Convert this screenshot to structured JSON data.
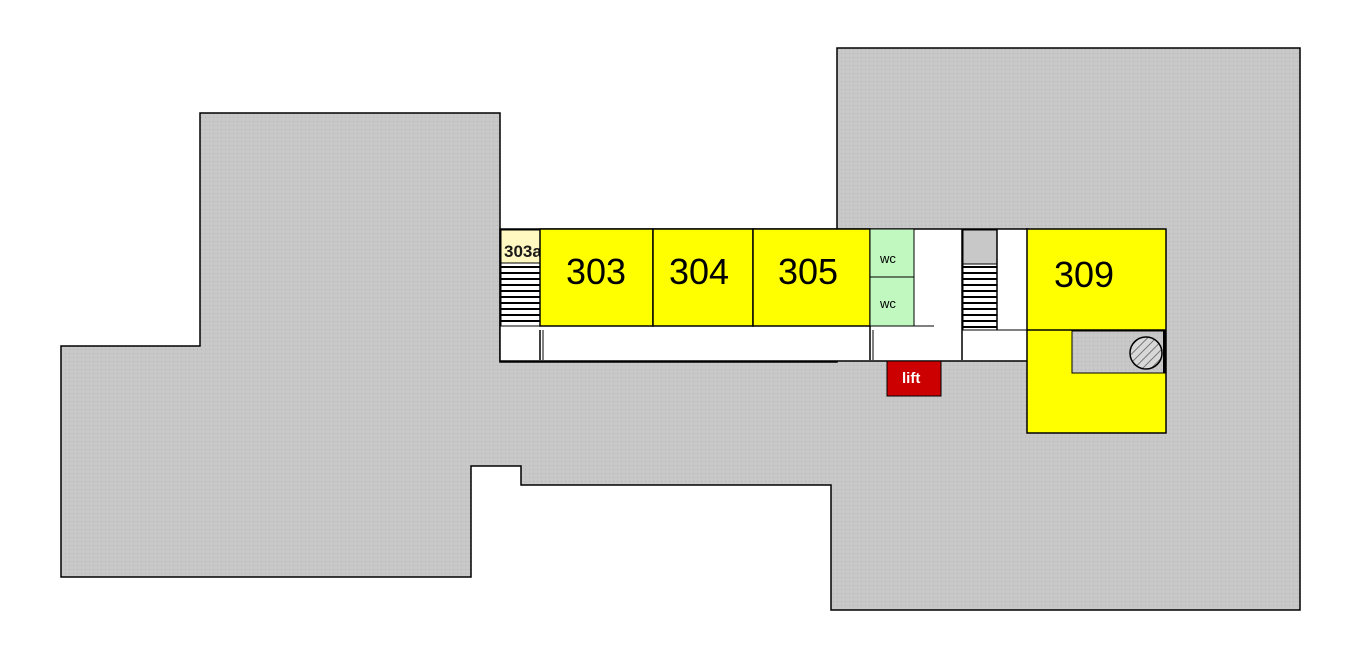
{
  "rooms": {
    "r303a": "303a",
    "r303": "303",
    "r304": "304",
    "r305": "305",
    "r309": "309",
    "wc_top": "wc",
    "wc_bottom": "wc",
    "lift": "lift"
  },
  "colors": {
    "floor": "#c8c8c8",
    "room": "#ffff00",
    "room_small": "#fff8c0",
    "wc": "#c0f8c0",
    "lift": "#cc0000",
    "corridor": "#ffffff",
    "outline": "#000000"
  }
}
